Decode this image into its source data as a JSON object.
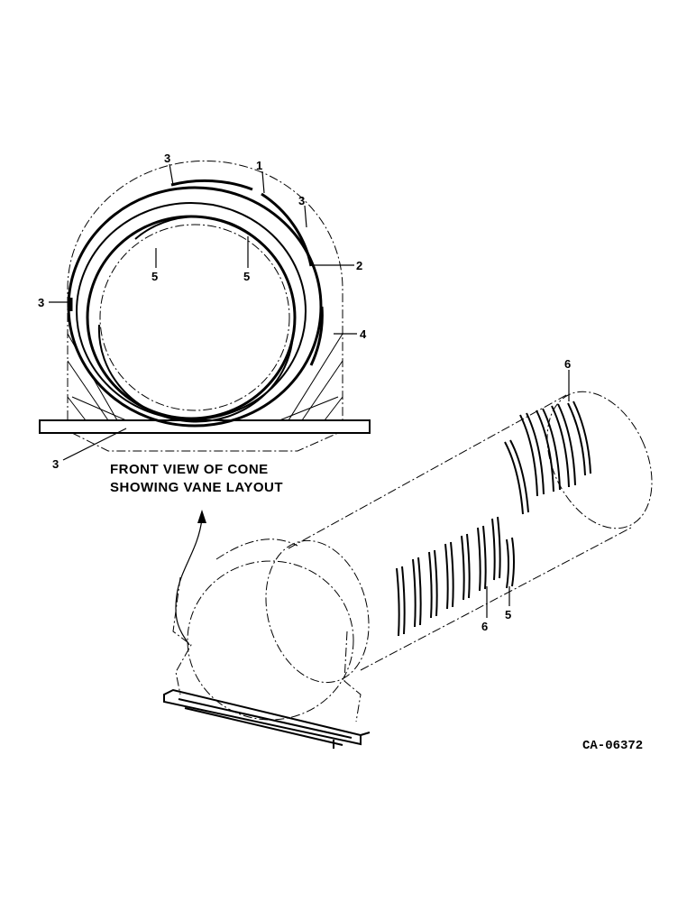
{
  "caption": {
    "line1": "FRONT VIEW OF CONE",
    "line2": "SHOWING VANE LAYOUT"
  },
  "drawing_number": "CA-06372",
  "callouts": {
    "front_3_top": "3",
    "front_1": "1",
    "front_3_right": "3",
    "front_2": "2",
    "front_5_left": "5",
    "front_5_right": "5",
    "front_3_left": "3",
    "front_4": "4",
    "front_3_bottom": "3",
    "tube_6_top": "6",
    "tube_6_bottom": "6",
    "tube_5": "5"
  }
}
